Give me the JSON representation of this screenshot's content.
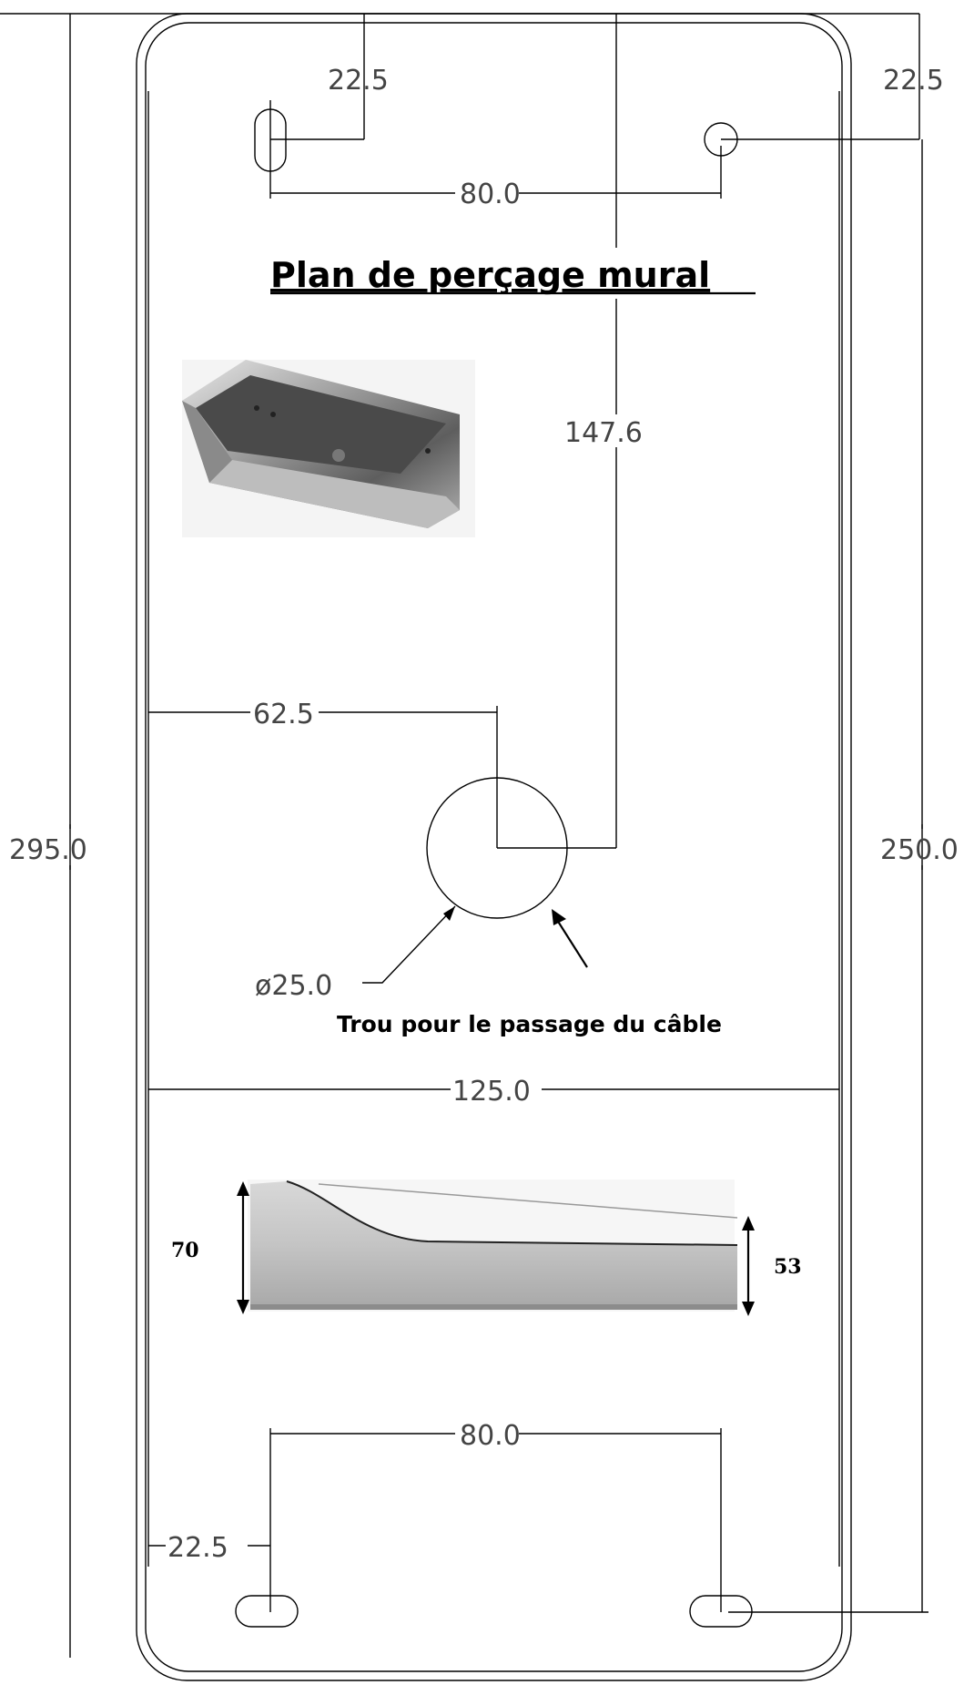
{
  "title": "Plan de perçage mural",
  "cable_note": "Trou pour le passage du câble",
  "dimensions": {
    "top_left_offset": "22.5",
    "top_right_offset": "22.5",
    "top_hole_spacing": "80.0",
    "center_from_top": "147.6",
    "center_from_left": "62.5",
    "total_height": "295.0",
    "hole_span_height": "250.0",
    "cable_hole_diameter": "ø25.0",
    "total_width": "125.0",
    "bottom_hole_spacing": "80.0",
    "bottom_left_offset": "22.5"
  },
  "side_view": {
    "left_height": "70",
    "right_height": "53"
  }
}
